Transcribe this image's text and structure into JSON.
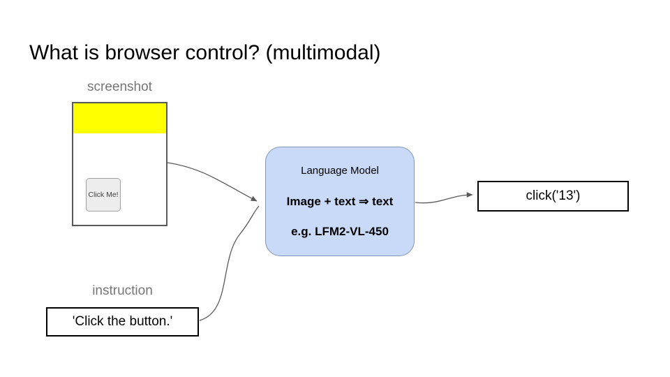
{
  "slide": {
    "title": "What is browser control? (multimodal)"
  },
  "screenshot_panel": {
    "label": "screenshot",
    "button_label": "Click Me!"
  },
  "instruction_panel": {
    "label": "instruction",
    "text": "'Click the button.'"
  },
  "model_box": {
    "title": "Language Model",
    "mapping": "Image + text ⇒ text",
    "example": "e.g. LFM2-VL-450"
  },
  "output_box": {
    "text": "click('13')"
  },
  "colors": {
    "highlight_yellow": "#ffff00",
    "model_fill": "#c9daf8",
    "model_border": "#8596b7",
    "label_gray": "#757575",
    "arrow_gray": "#595959",
    "frame_border": "#595959",
    "mock_button_fill": "#ededed",
    "mock_button_border": "#a0a0a0",
    "mock_button_text": "#404040"
  }
}
